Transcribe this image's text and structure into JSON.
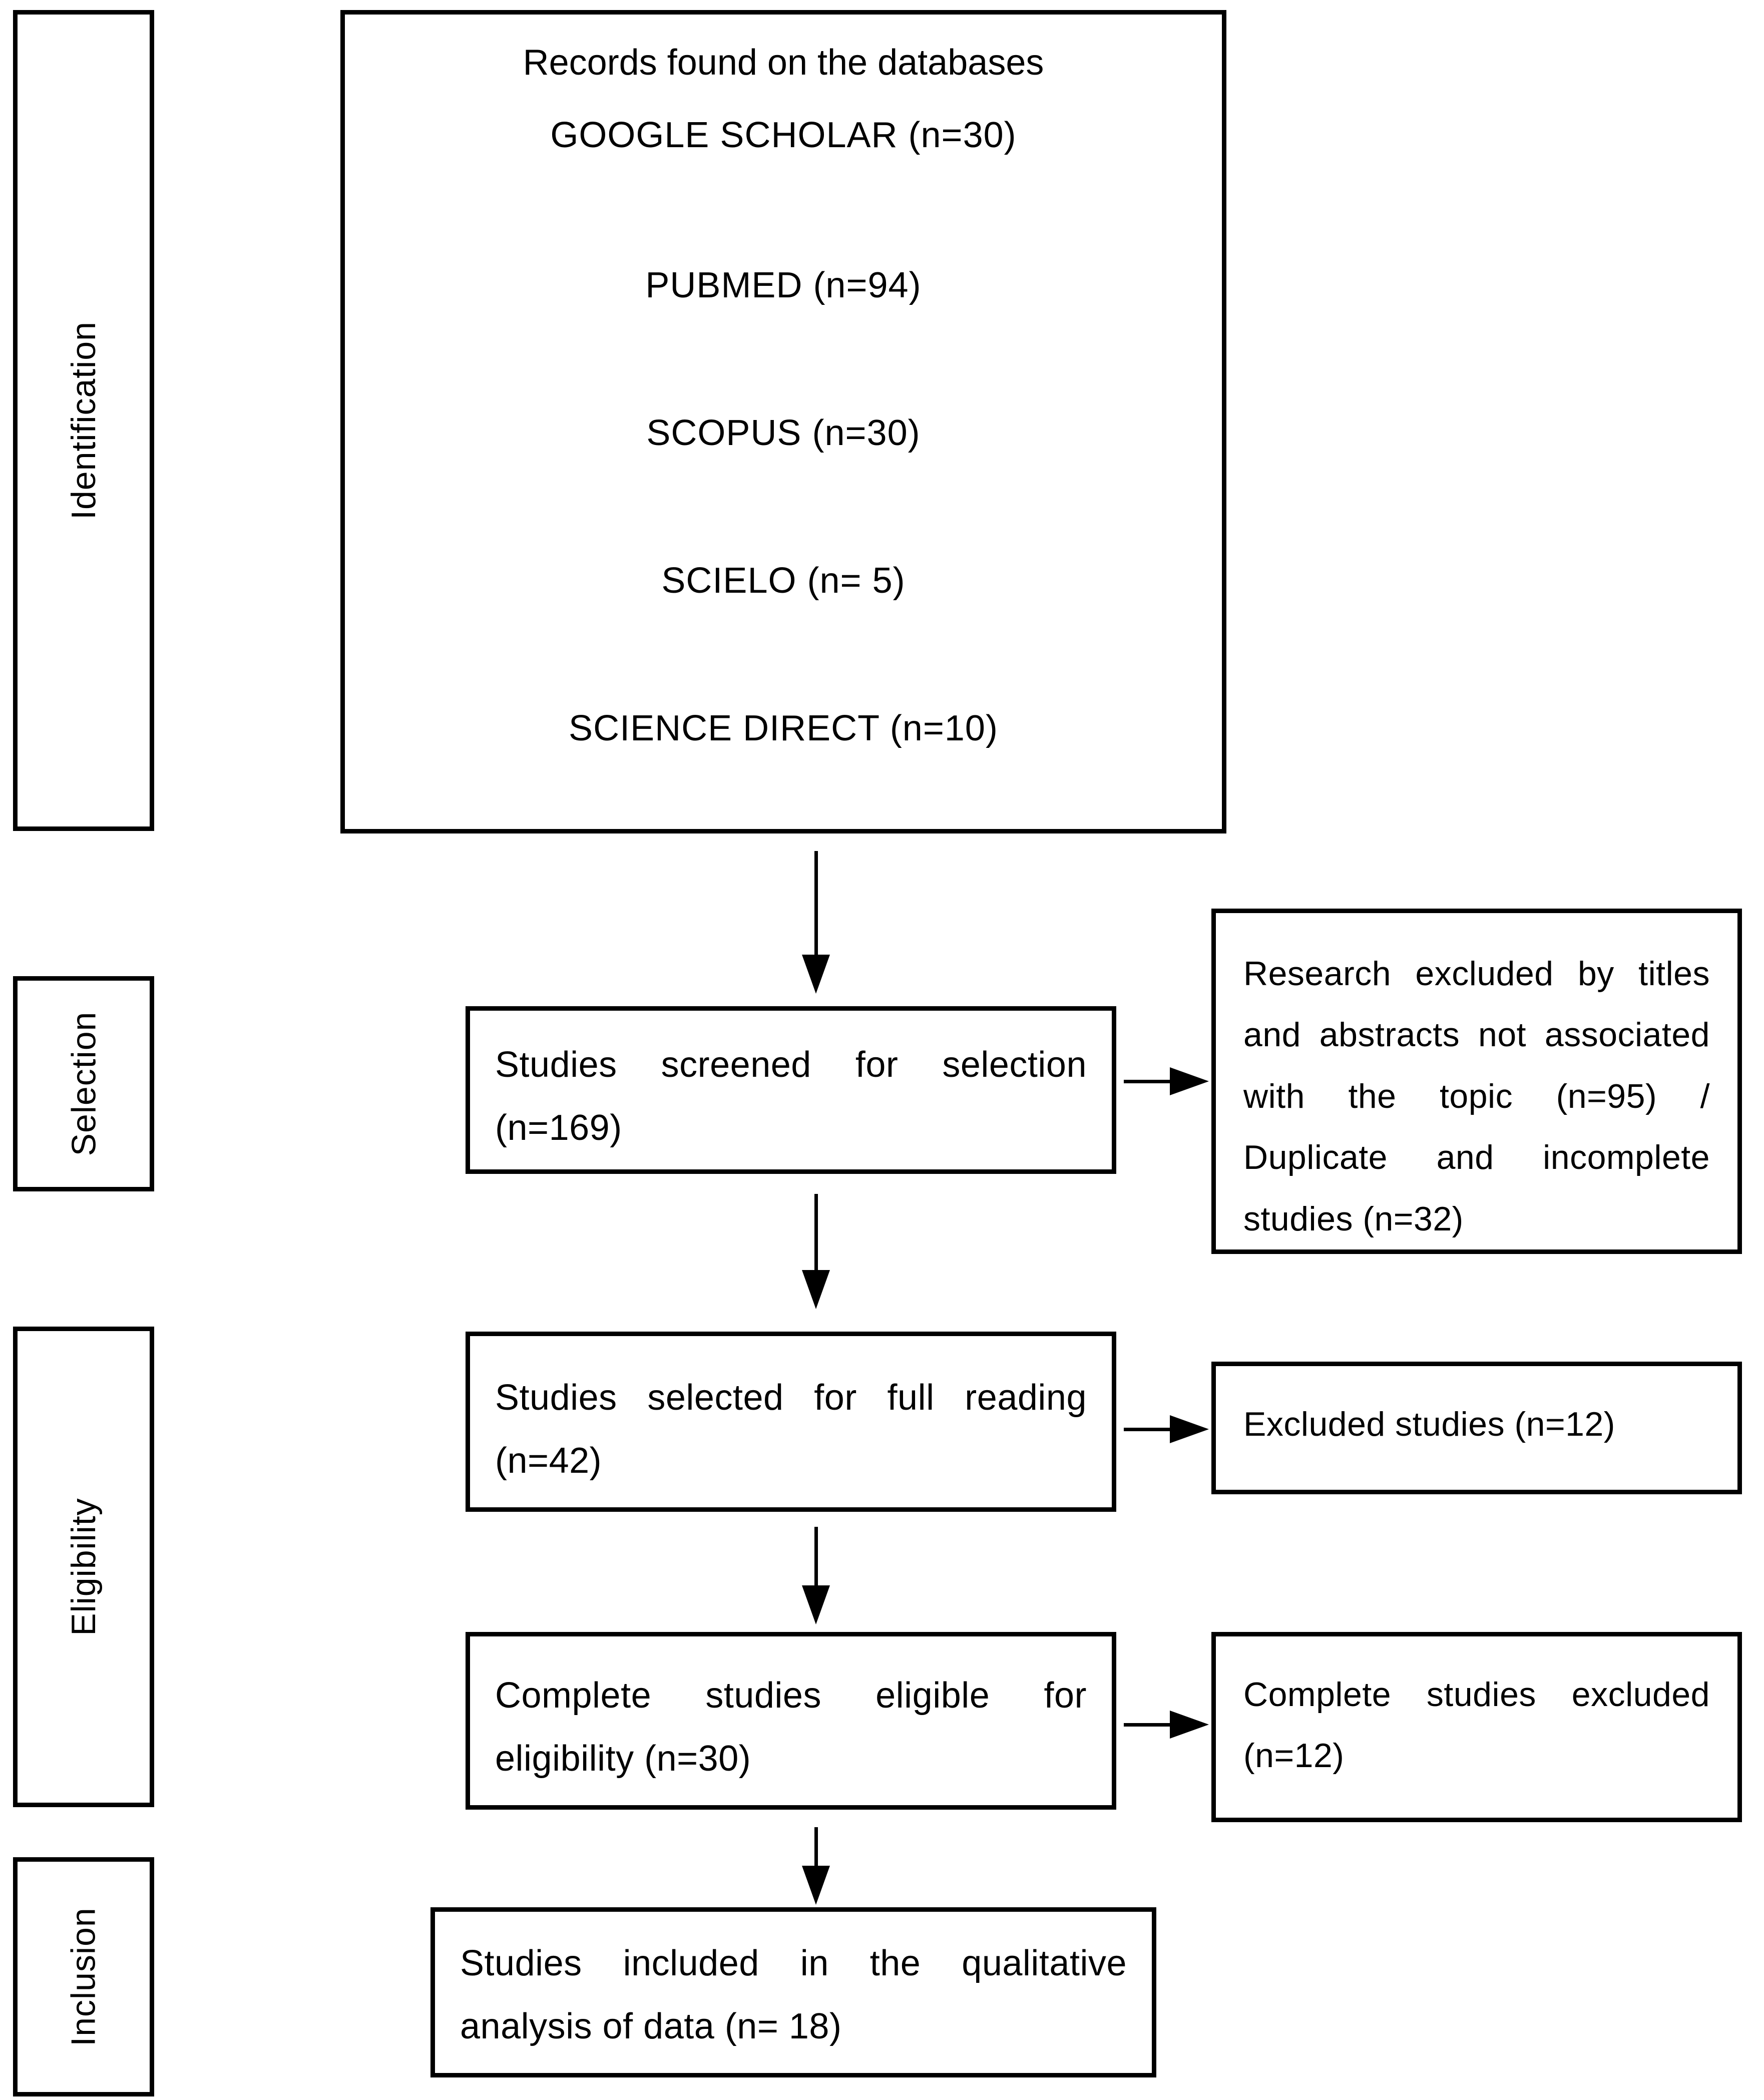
{
  "diagram": {
    "stages": [
      {
        "label": "Identification"
      },
      {
        "label": "Selection"
      },
      {
        "label": "Eligibility"
      },
      {
        "label": "Inclusion"
      }
    ],
    "records": {
      "title": "Records found on the databases",
      "databases": [
        "GOOGLE SCHOLAR (n=30)",
        "PUBMED (n=94)",
        "SCOPUS (n=30)",
        "SCIELO (n= 5)",
        "SCIENCE DIRECT (n=10)"
      ]
    },
    "boxes": {
      "screened": "Studies screened for selection (n=169)",
      "selected": "Studies selected for full reading (n=42)",
      "eligible": "Complete studies eligible for eligibility (n=30)",
      "included": "Studies included in the qualitative analysis of data (n= 18)",
      "excluded_by_titles": "Research excluded by titles and abstracts not associated with the topic (n=95) / Duplicate and incomplete studies (n=32)",
      "excluded_studies": "Excluded studies (n=12)",
      "complete_excluded": "Complete studies excluded (n=12)"
    },
    "colors": {
      "stroke": "#000000",
      "text": "#000000",
      "background": "#ffffff"
    }
  }
}
